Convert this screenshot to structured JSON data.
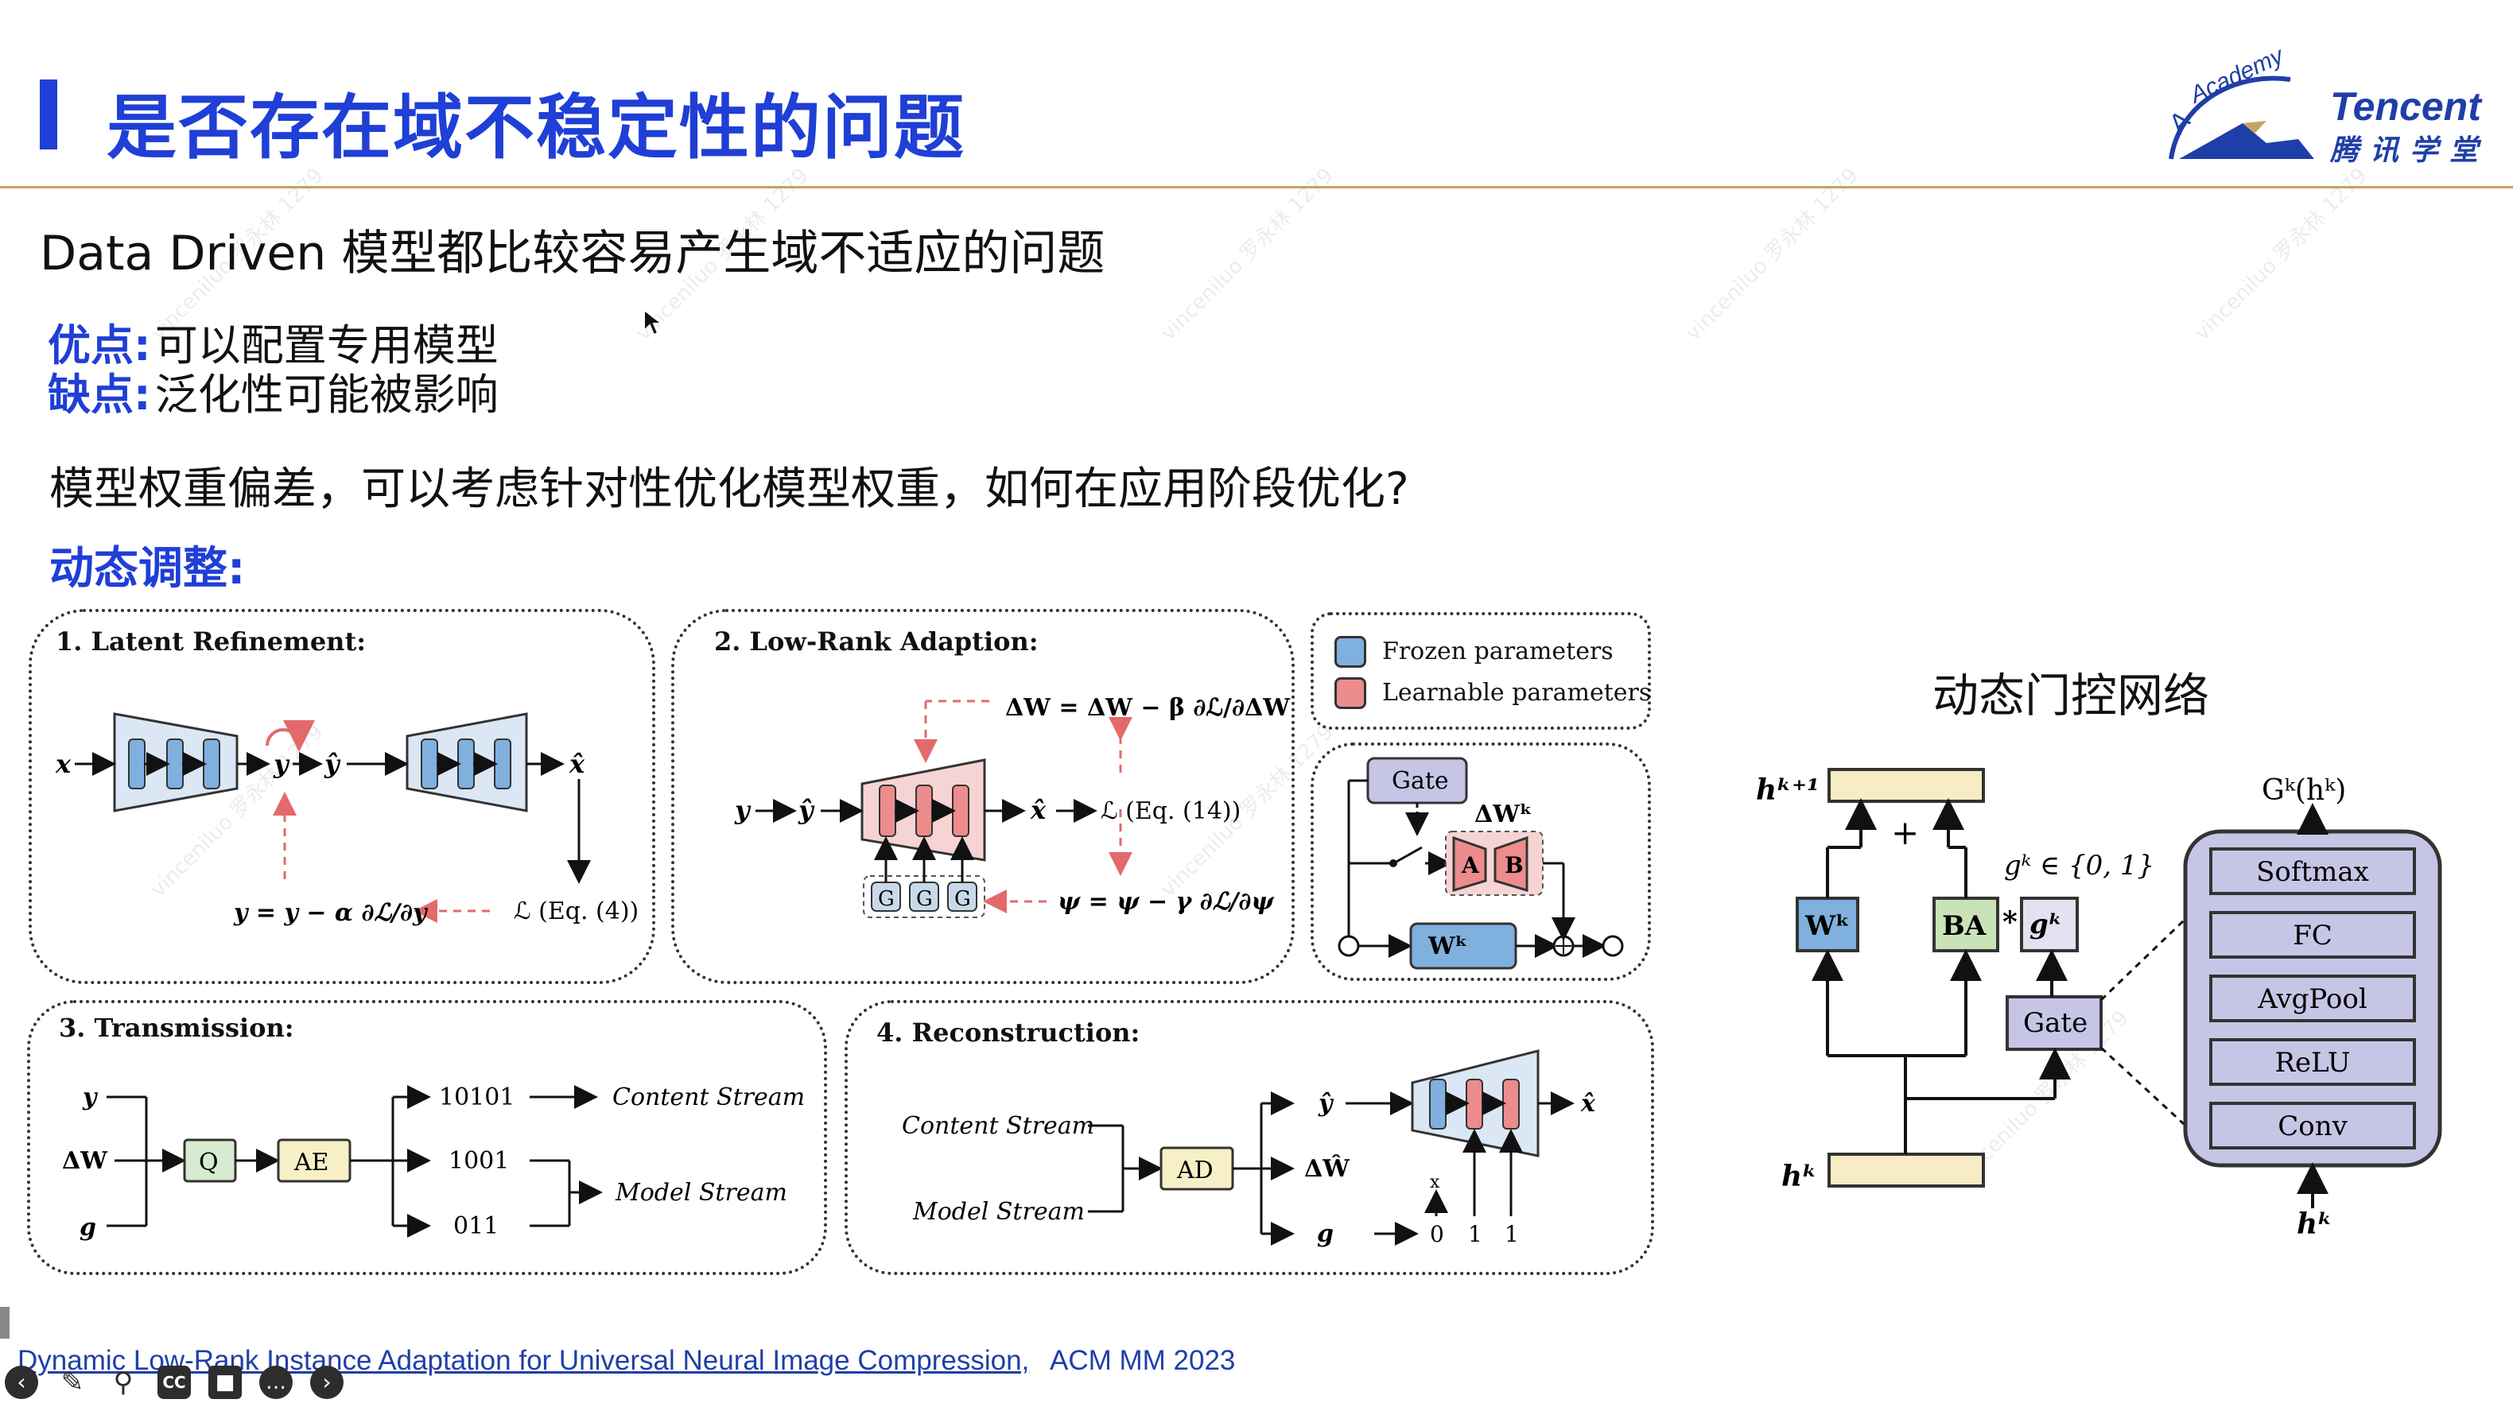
{
  "slide": {
    "title": "是否存在域不稳定性的问题",
    "subtitle": "Data Driven 模型都比较容易产生域不适应的问题",
    "pros_label": "优点:",
    "pros_text": "可以配置专用模型",
    "cons_label": "缺点:",
    "cons_text": "泛化性可能被影响",
    "question": "模型权重偏差，可以考虑针对性优化模型权重，如何在应用阶段优化?",
    "dynamic_label": "动态调整:"
  },
  "logo": {
    "academy": "Academy",
    "tencent": "Tencent",
    "chinese": "腾讯学堂"
  },
  "watermark": "vinceniluo 罗永林 1279",
  "figure": {
    "panel1": {
      "title": "1. Latent Refinement:",
      "x": "x",
      "y": "y",
      "yhat": "ŷ",
      "xhat": "x̂",
      "loss": "ℒ (Eq. (4))",
      "update": "y = y − α ∂ℒ/∂y"
    },
    "panel2": {
      "title": "2. Low-Rank Adaption:",
      "delta_update": "ΔW = ΔW − β ∂ℒ/∂ΔW",
      "y": "y",
      "yhat": "ŷ",
      "xhat": "x̂",
      "loss": "ℒ (Eq. (14))",
      "psi_update": "ψ = ψ − γ ∂ℒ/∂ψ",
      "g": "G"
    },
    "legend": {
      "frozen": "Frozen parameters",
      "learnable": "Learnable parameters",
      "frozen_color": "#7fb0de",
      "learnable_color": "#ec8c8c"
    },
    "gate_panel": {
      "gate": "Gate",
      "delta": "ΔWᵏ",
      "a": "A",
      "b": "B",
      "w": "Wᵏ"
    },
    "panel3": {
      "title": "3. Transmission:",
      "y": "y",
      "dw": "ΔW",
      "g": "g",
      "q": "Q",
      "ae": "AE",
      "bits1": "10101",
      "bits2": "1001",
      "bits3": "011",
      "content_stream": "Content Stream",
      "model_stream": "Model Stream"
    },
    "panel4": {
      "title": "4. Reconstruction:",
      "content_stream": "Content Stream",
      "model_stream": "Model Stream",
      "ad": "AD",
      "yhat": "ŷ",
      "dwhat": "ΔŴ",
      "g": "g",
      "xhat": "x̂",
      "gx": "x",
      "g0": "0",
      "g1": "1",
      "g2": "1"
    }
  },
  "gate_net": {
    "title": "动态门控网络",
    "hk1": "hᵏ⁺¹",
    "hk": "hᵏ",
    "hk_bottom": "hᵏ",
    "plus": "+",
    "wk": "Wᵏ",
    "ba": "BA",
    "star": "*",
    "gk": "gᵏ",
    "gk_set": "gᵏ ∈ {0, 1}",
    "gate": "Gate",
    "gkhk": "Gᵏ(hᵏ)",
    "layers": [
      "Softmax",
      "FC",
      "AvgPool",
      "ReLU",
      "Conv"
    ]
  },
  "footer": {
    "citation": "Dynamic Low-Rank Instance Adaptation for Universal Neural Image Compression,",
    "venue": "ACM MM 2023"
  },
  "toolbar": {
    "back": "back-icon",
    "pen": "pen-icon",
    "zoom": "zoom-icon",
    "cc": "captions-icon",
    "video": "video-icon",
    "more": "more-icon",
    "forward": "forward-icon"
  }
}
